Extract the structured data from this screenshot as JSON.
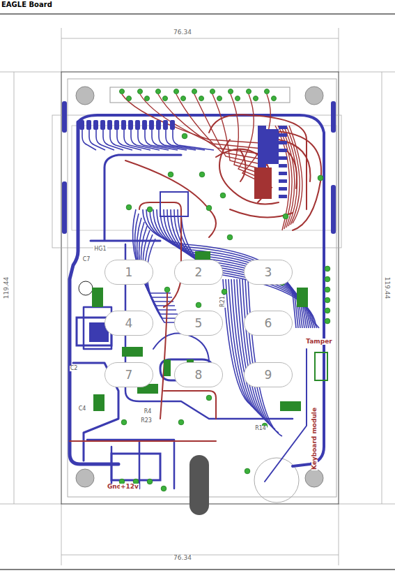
{
  "diagram": {
    "title": "EAGLE Board",
    "nodes": [
      {
        "text": [
          "1"
        ]
      },
      {
        "text": [
          "2"
        ]
      },
      {
        "text": [
          "3"
        ]
      },
      {
        "text": [
          "4"
        ]
      },
      {
        "text": [
          "5"
        ]
      },
      {
        "text": [
          "6"
        ]
      },
      {
        "text": [
          "7"
        ]
      },
      {
        "text": [
          "8"
        ]
      },
      {
        "text": [
          "9"
        ]
      }
    ],
    "labels": [
      "76.34",
      "76.34",
      "119.44",
      "119.44",
      "HG1",
      "C7",
      "C2",
      "C4",
      "R4",
      "R23",
      "R21",
      "R14",
      "Tamper",
      "Keyboard module",
      "Gnd",
      "+12v"
    ]
  }
}
